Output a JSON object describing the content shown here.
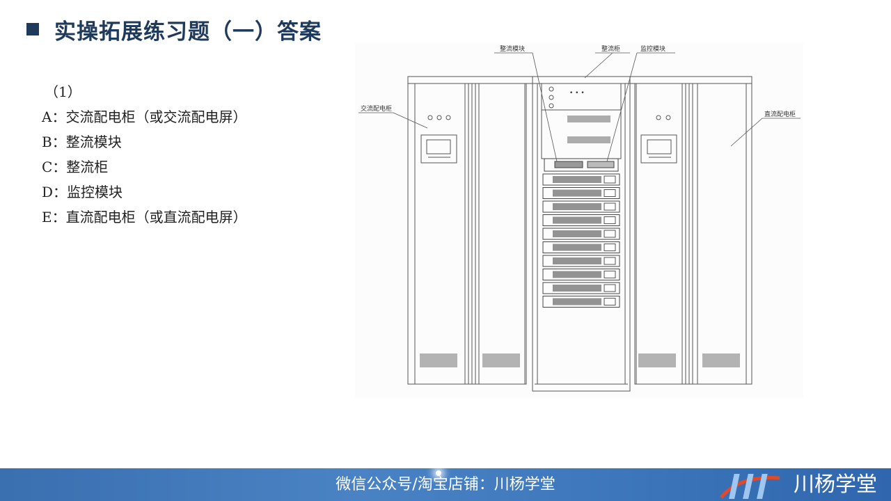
{
  "title": "实操拓展练习题（一）答案",
  "answers": {
    "number": "（1）",
    "items": [
      "A：交流配电柜（或交流配电屏）",
      "B：整流模块",
      "C：整流柜",
      "D：监控模块",
      "E：直流配电柜（或直流配电屏）"
    ]
  },
  "figure": {
    "labels": {
      "rectifier_module": "整流模块",
      "rectifier_cabinet": "整流柜",
      "monitor_module": "监控模块",
      "ac_cabinet": "交流配电柜",
      "dc_cabinet": "直流配电柜"
    },
    "dots": "• • •"
  },
  "footer": {
    "text": "微信公众号/淘宝店铺：川杨学堂",
    "brand": "川杨学堂"
  },
  "colors": {
    "title": "#1f3a5a",
    "footer": "#3d76bb"
  }
}
